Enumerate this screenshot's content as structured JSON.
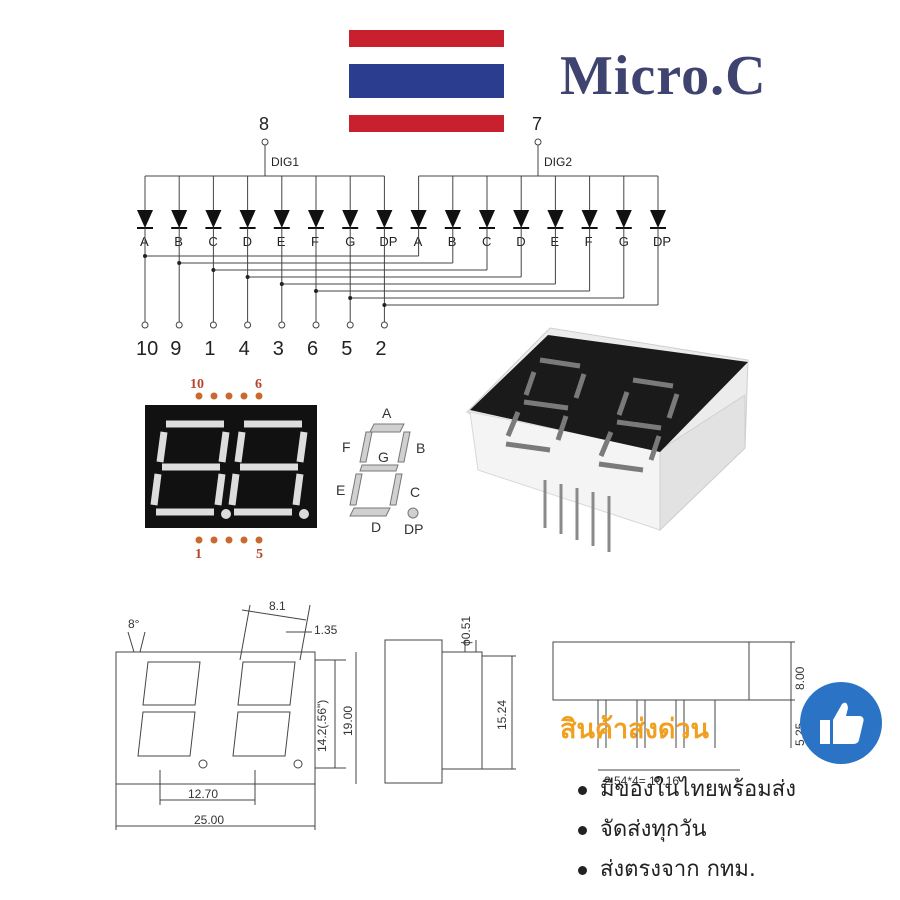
{
  "brand": {
    "name": "Micro.C"
  },
  "schematic": {
    "common_pins": [
      {
        "pin": "8",
        "label": "DIG1"
      },
      {
        "pin": "7",
        "label": "DIG2"
      }
    ],
    "segments": [
      "A",
      "B",
      "C",
      "D",
      "E",
      "F",
      "G",
      "DP"
    ],
    "bottom_pins": [
      "10",
      "9",
      "1",
      "4",
      "3",
      "6",
      "5",
      "2"
    ]
  },
  "display": {
    "top_pin_left": "10",
    "top_pin_right": "6",
    "bottom_pin_left": "1",
    "bottom_pin_right": "5"
  },
  "segment_map": {
    "labels": [
      "A",
      "B",
      "C",
      "D",
      "E",
      "F",
      "G",
      "DP"
    ]
  },
  "dimensions": {
    "slant": "8°",
    "digit_pitch": "8.1",
    "seg_width": "1.35",
    "digit_height": "14.2(.56\")",
    "body_height": "19.00",
    "center_spacing": "12.70",
    "body_width": "25.00",
    "pin_dia": "ϕ0.51",
    "pin_row": "15.24",
    "depth": "8.00",
    "pin_len": "5.25",
    "pin_span": "2.54*4= 10.16"
  },
  "promo": {
    "headline": "สินค้าส่งด่วน",
    "bullets": [
      "มีของในไทยพร้อมส่ง",
      "จัดส่งทุกวัน",
      "ส่งตรงจาก กทม."
    ]
  },
  "colors": {
    "flag_red": "#c8202e",
    "flag_blue": "#2a3d8f",
    "brand": "#3f4370",
    "promo": "#f0a020",
    "badge": "#2b73c5"
  }
}
